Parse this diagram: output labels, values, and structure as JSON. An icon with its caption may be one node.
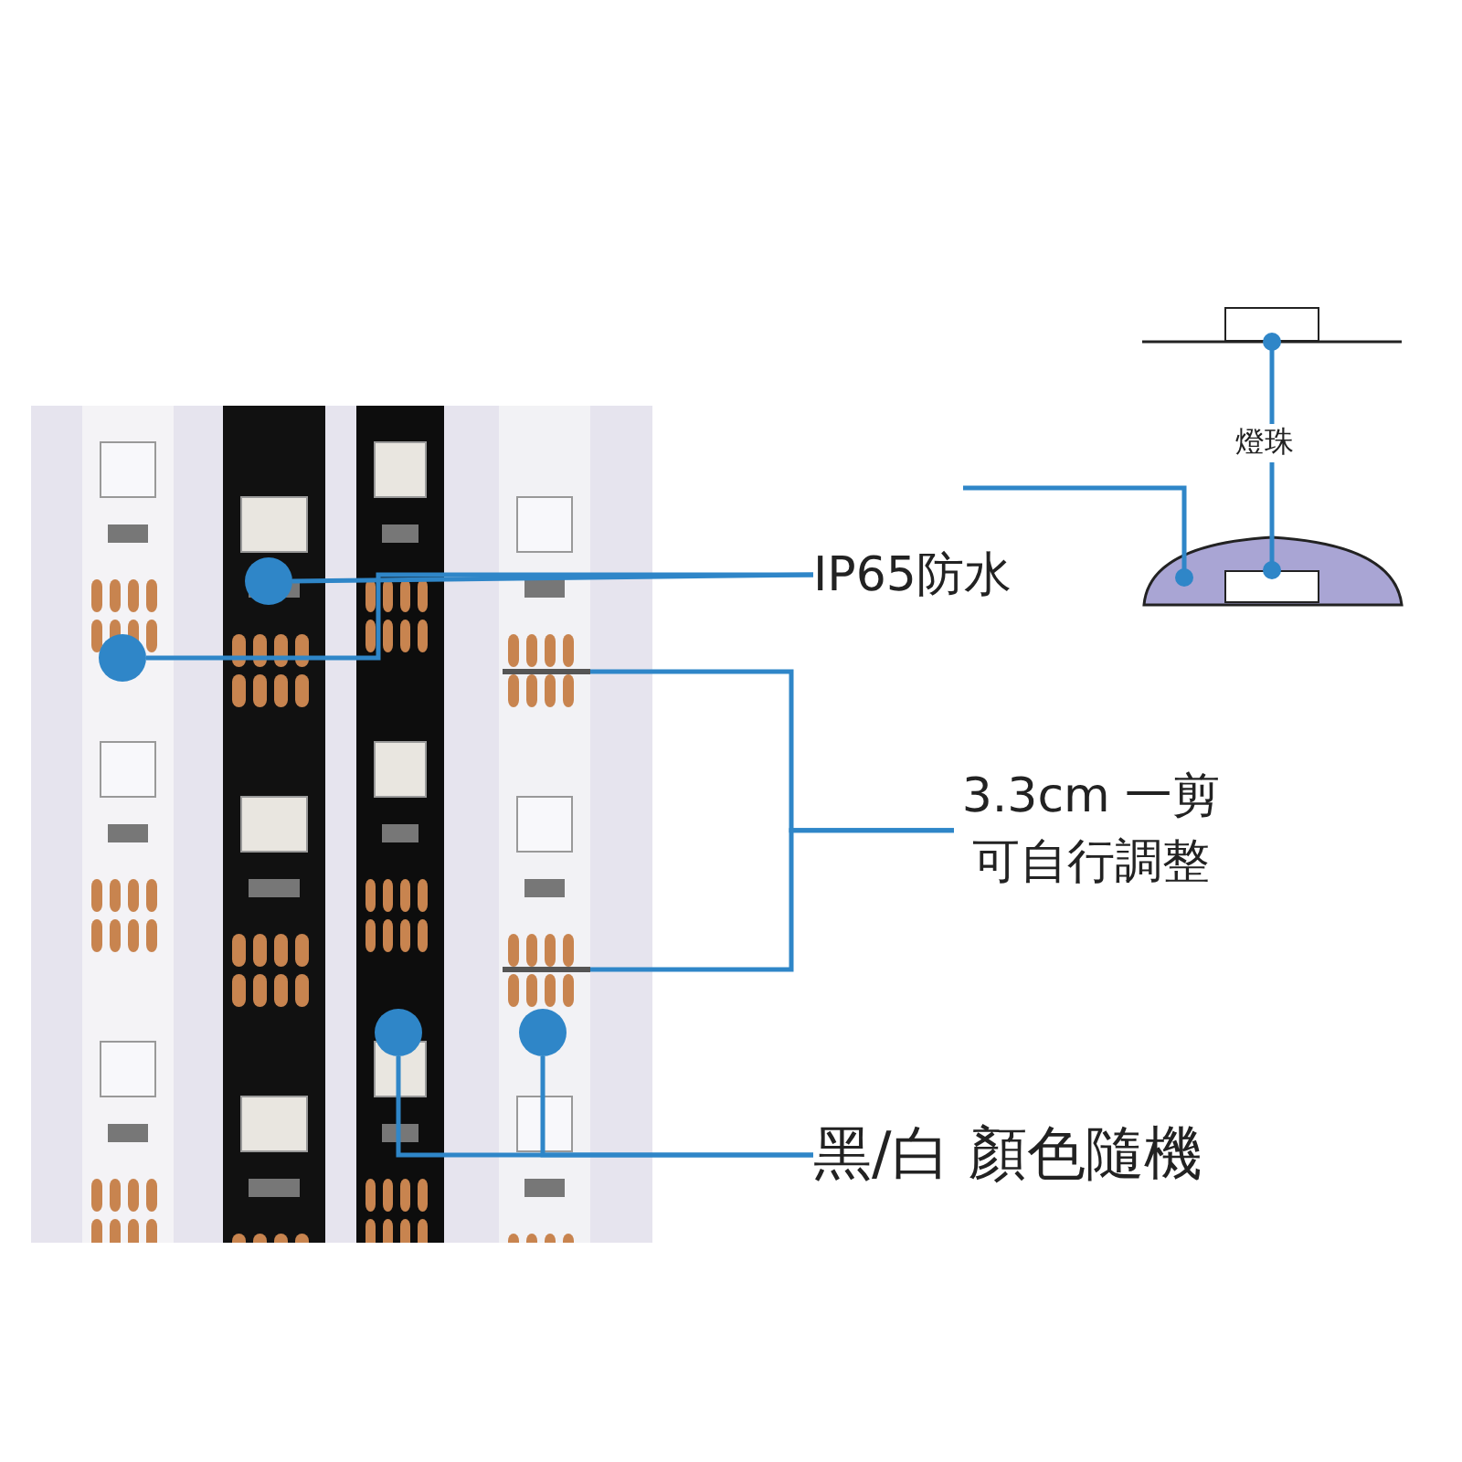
{
  "diagram": {
    "nodes": [
      {
        "text": [],
        "shape": "picture"
      },
      {
        "text": [],
        "shape": "circle",
        "in": 0
      },
      {
        "text": [],
        "shape": "circle",
        "in": 0
      },
      {
        "text": [],
        "shape": "bar",
        "in": 0
      },
      {
        "text": [],
        "shape": "bar",
        "in": 0
      },
      {
        "text": [],
        "shape": "circle",
        "in": 0
      },
      {
        "text": [],
        "shape": "circle",
        "in": 0
      },
      {
        "text": [
          "IP65防水"
        ]
      },
      {
        "text": [
          "3.3cm 一剪可自行調整"
        ]
      },
      {
        "text": [
          "黑/白 顏色隨機"
        ]
      },
      {
        "text": [],
        "shape": "box"
      },
      {
        "text": [
          "燈珠"
        ]
      },
      {
        "text": [],
        "shape": "picture"
      },
      {
        "text": [],
        "shape": "box",
        "in": 12
      }
    ],
    "edges": [
      {
        "from": 7,
        "to": 1,
        "arrow": "none"
      },
      {
        "from": 7,
        "to": 2,
        "arrow": "none"
      },
      {
        "from": 8,
        "to": 3,
        "arrow": "none"
      },
      {
        "from": 8,
        "to": 4,
        "arrow": "none"
      },
      {
        "from": 9,
        "to": 5,
        "arrow": "none"
      },
      {
        "from": 9,
        "to": 6,
        "arrow": "none"
      },
      {
        "from": 11,
        "to": 10,
        "arrow": "other"
      },
      {
        "from": 11,
        "to": 13,
        "arrow": "other"
      },
      {
        "from": null,
        "to": 12,
        "arrow": "other"
      }
    ]
  }
}
